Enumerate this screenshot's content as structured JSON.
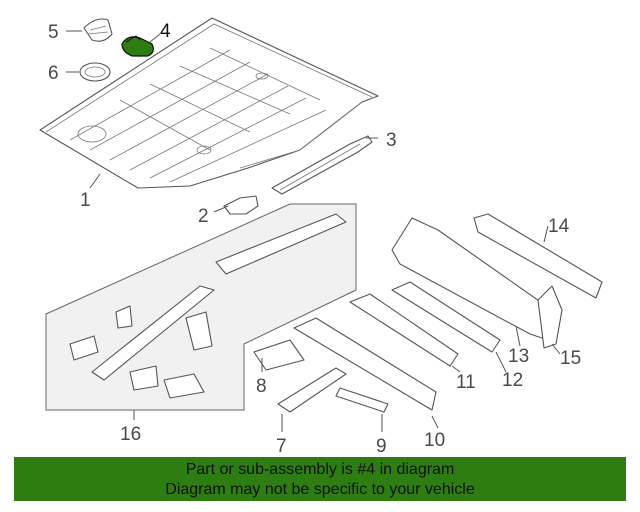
{
  "callouts": {
    "c1": "1",
    "c2": "2",
    "c3": "3",
    "c4": "4",
    "c5": "5",
    "c6": "6",
    "c7": "7",
    "c8": "8",
    "c9": "9",
    "c10": "10",
    "c11": "11",
    "c12": "12",
    "c13": "13",
    "c14": "14",
    "c15": "15",
    "c16": "16"
  },
  "highlight": {
    "part_number": "4",
    "color": "#2e7d12"
  },
  "banner": {
    "line1": "Part or sub-assembly is #4 in diagram",
    "line2": "Diagram may not be specific to your vehicle",
    "background": "#2e7d12"
  }
}
